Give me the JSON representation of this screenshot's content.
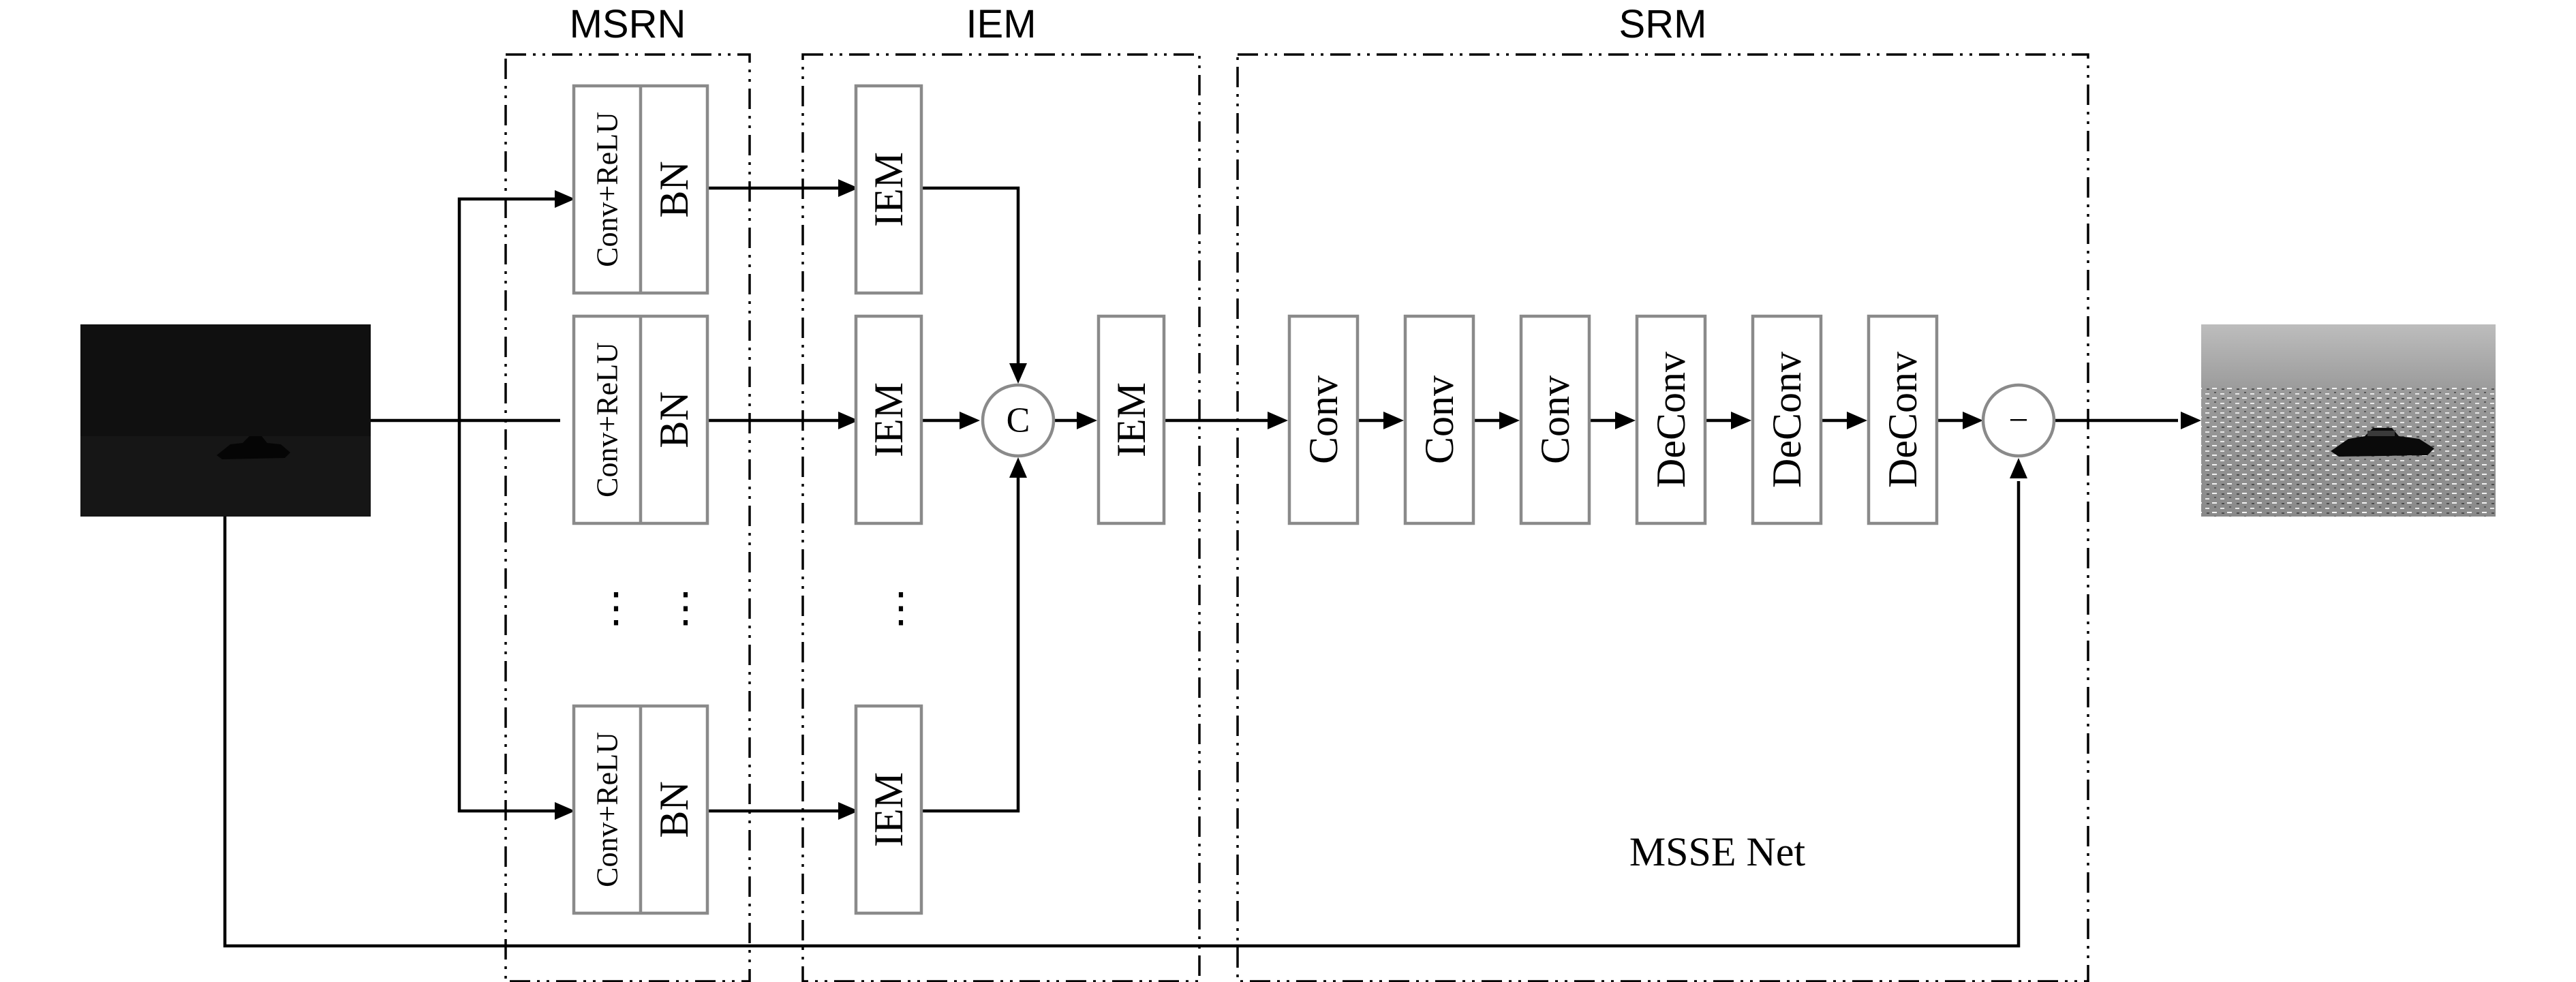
{
  "sections": {
    "msrn": "MSRN",
    "iem": "IEM",
    "srm": "SRM"
  },
  "msrn": {
    "conv_relu": "Conv+ReLU",
    "bn": "BN",
    "ellipsis": "⋮"
  },
  "iem_block": {
    "label": "IEM",
    "ellipsis": "⋮"
  },
  "concat": "C",
  "subtract": "−",
  "srm_blocks": [
    "Conv",
    "Conv",
    "Conv",
    "DeConv",
    "DeConv",
    "DeConv"
  ],
  "network_name": "MSSE Net",
  "images": {
    "input": "dark-ship-image",
    "output": "enhanced-ship-image"
  }
}
